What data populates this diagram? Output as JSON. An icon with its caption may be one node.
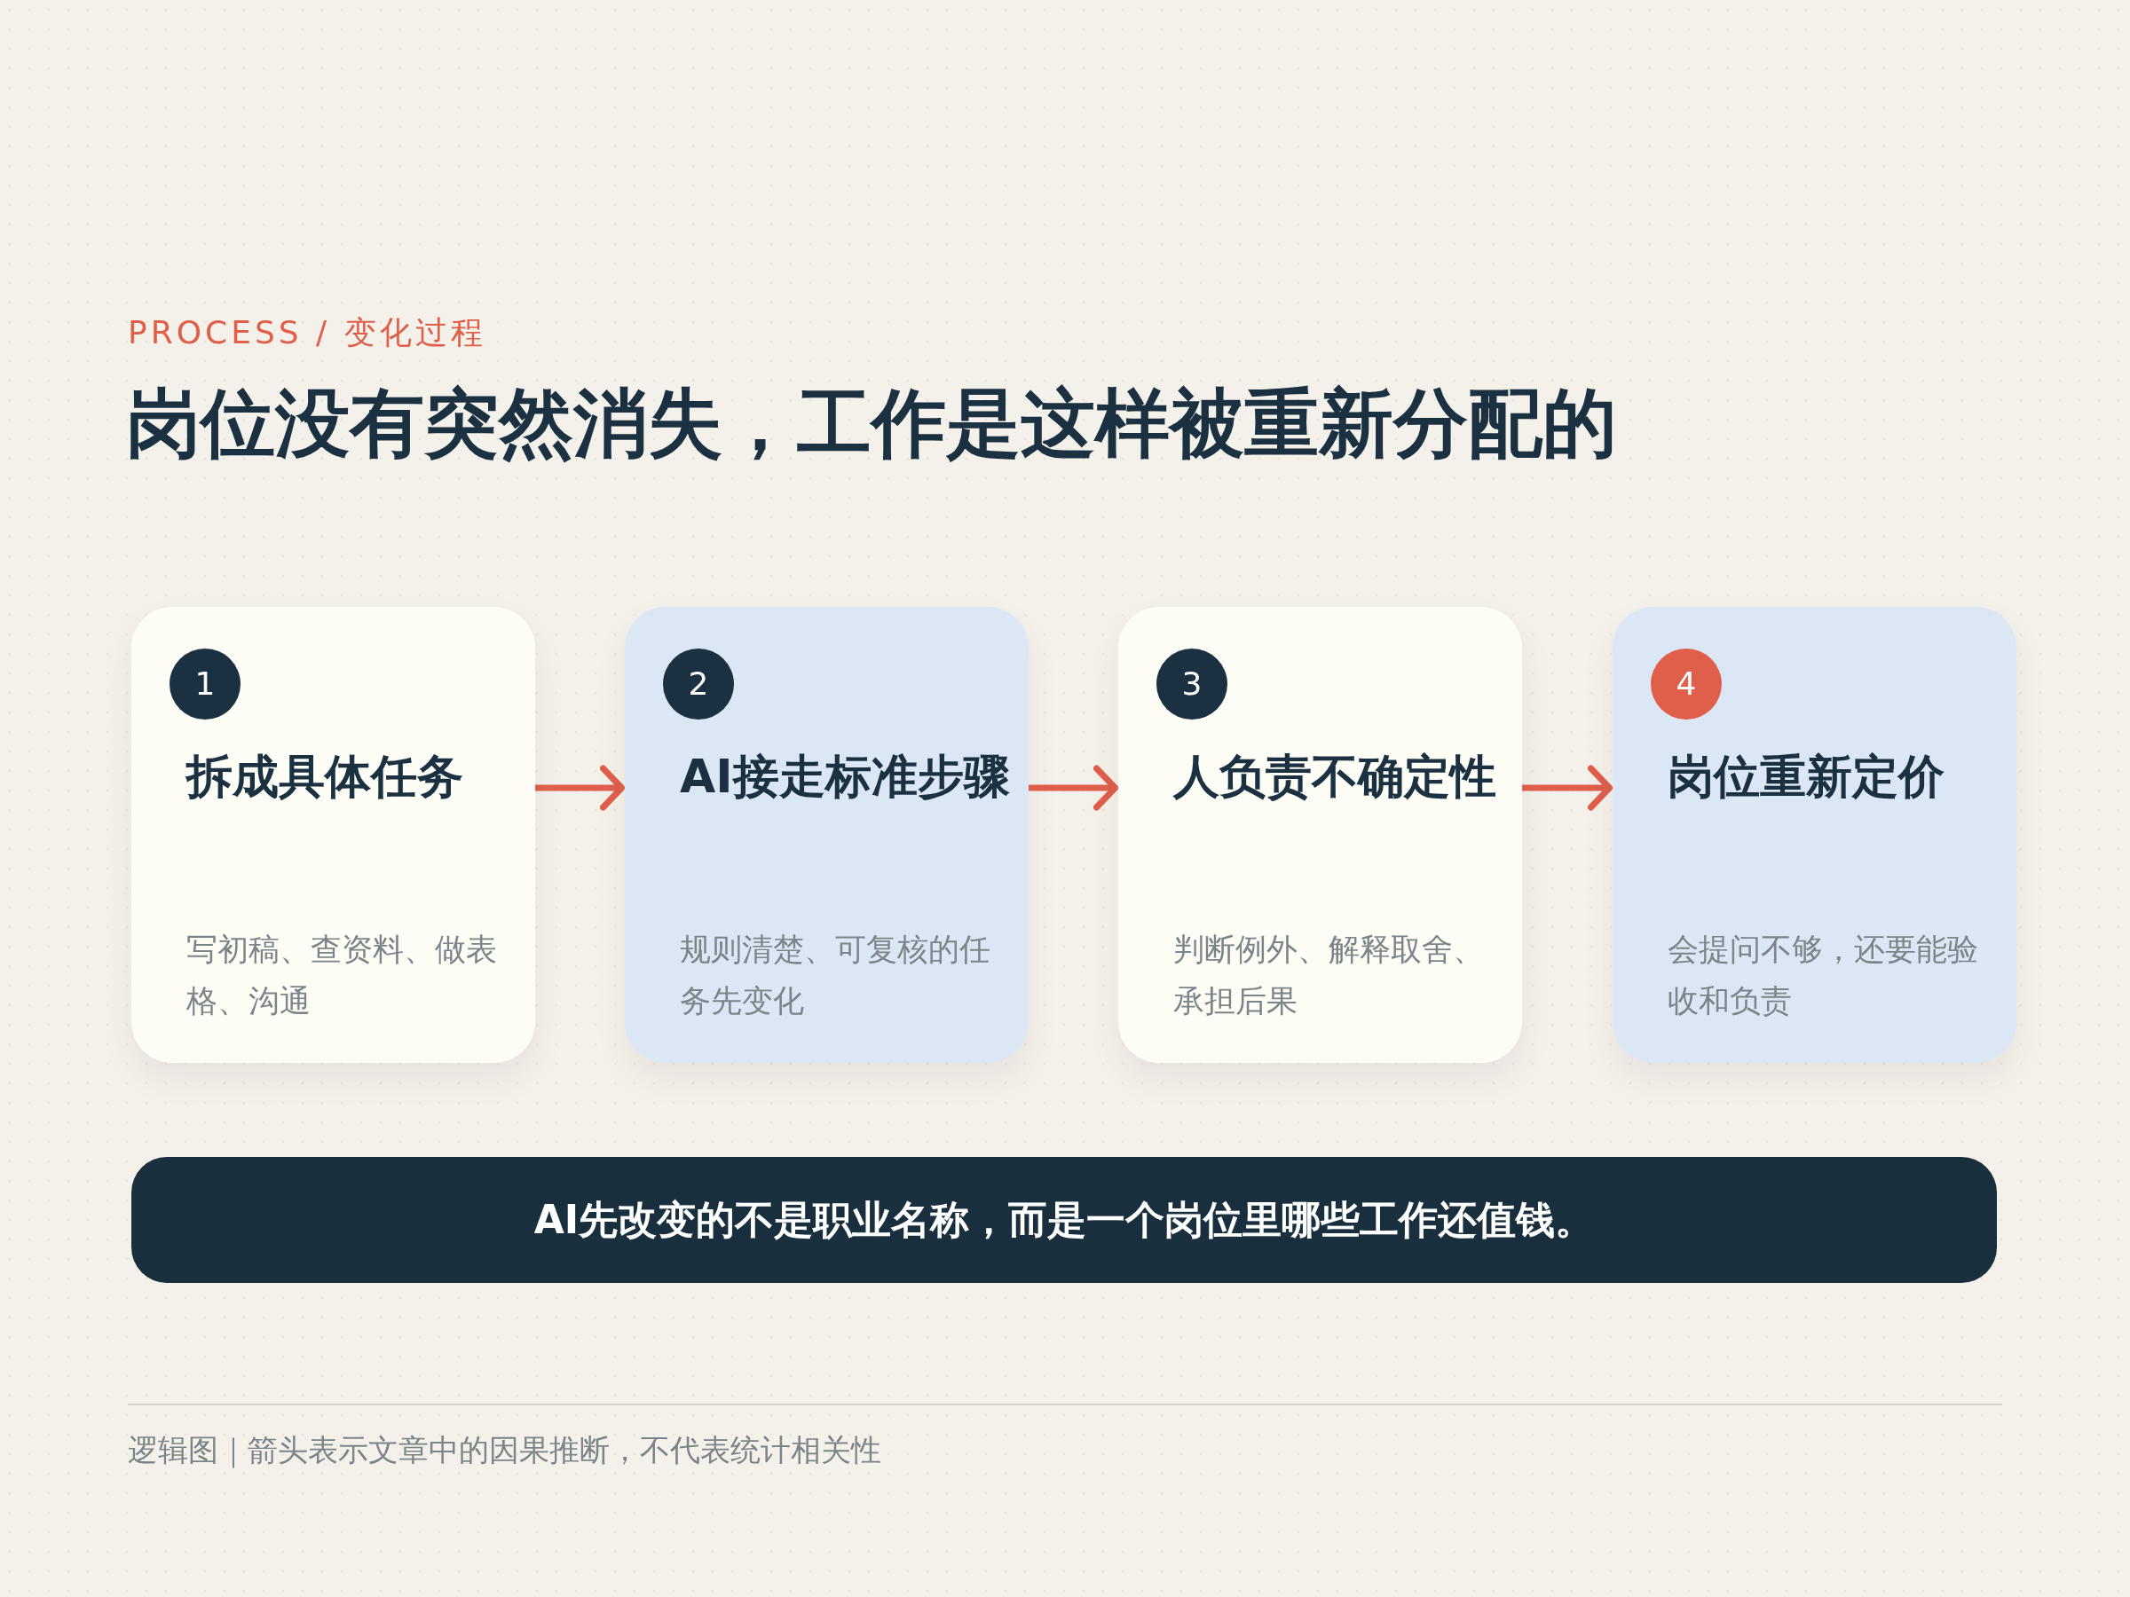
{
  "diagram": {
    "title": "岗位没有突然消失，工作是这样被重新分配的",
    "caption": "逻辑图｜箭头表示文章中的因果推断，不代表统计相关性",
    "nodes": [
      {
        "text": [
          "拆成具体任务",
          "写初稿、查资料、做表格、沟通"
        ]
      },
      {
        "text": [
          "1"
        ],
        "in": 0
      },
      {
        "text": [
          "AI接走标准步骤",
          "规则清楚、可复核的任务先变化"
        ]
      },
      {
        "text": [
          "2"
        ],
        "in": 2
      },
      {
        "text": [
          "人负责不确定性",
          "判断例外、解释取舍、承担后果"
        ]
      },
      {
        "text": [
          "3"
        ],
        "in": 4
      },
      {
        "text": [
          "岗位重新定价",
          "会提问不够，还要能验收和负责"
        ]
      },
      {
        "text": [
          "4"
        ],
        "in": 6
      },
      {
        "text": [
          "AI先改变的不是职业名称，而是一个岗位里哪些工作还值钱。"
        ]
      }
    ],
    "edges": [
      {
        "from": 0,
        "to": 2,
        "arrow": "to"
      },
      {
        "from": 2,
        "to": 4,
        "arrow": "to"
      },
      {
        "from": 4,
        "to": 6,
        "arrow": "to"
      }
    ],
    "labels": [
      "PROCESS / 变化过程"
    ]
  }
}
